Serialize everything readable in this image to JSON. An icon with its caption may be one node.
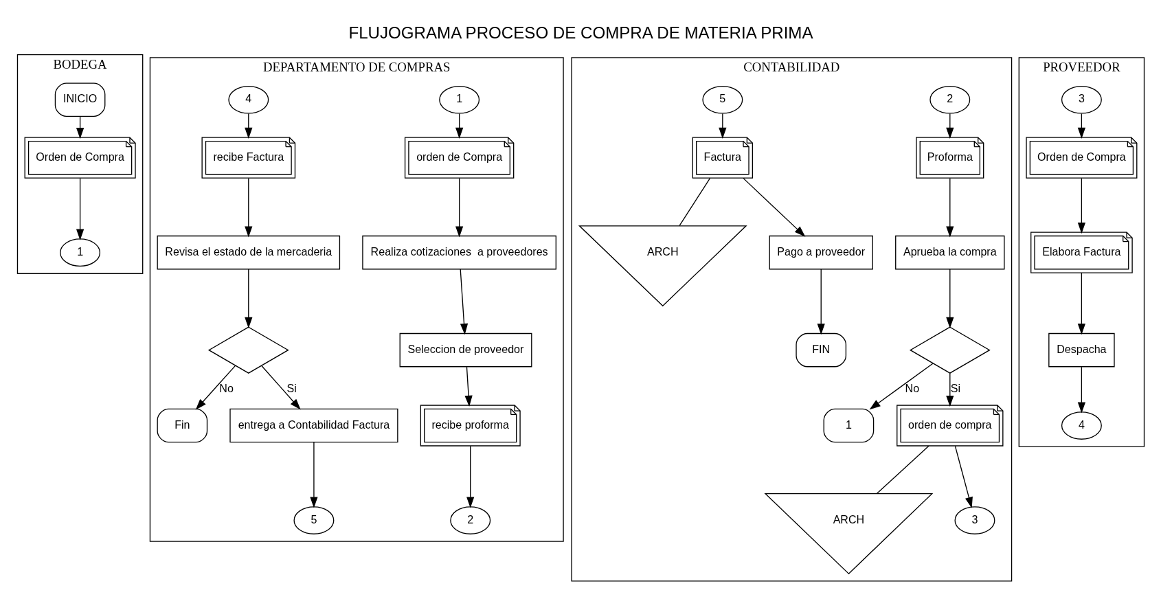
{
  "diagram": {
    "title": "FLUJOGRAMA PROCESO DE COMPRA DE MATERIA PRIMA",
    "nodes": [
      {
        "text": [
          "BODEGA"
        ]
      },
      {
        "text": [
          "DEPARTAMENTO DE COMPRAS"
        ]
      },
      {
        "text": [
          "CONTABILIDAD"
        ]
      },
      {
        "text": [
          "PROVEEDOR"
        ]
      },
      {
        "text": [
          "INICIO"
        ],
        "in": 0
      },
      {
        "text": [
          "Orden de Compra"
        ],
        "in": 0
      },
      {
        "text": [
          "1"
        ],
        "in": 0
      },
      {
        "text": [
          "1"
        ],
        "in": 1
      },
      {
        "text": [
          "orden de Compra"
        ],
        "in": 1
      },
      {
        "text": [
          "Realiza cotizaciones  a proveedores"
        ],
        "in": 1
      },
      {
        "text": [
          "Seleccion de proveedor"
        ],
        "in": 1
      },
      {
        "text": [
          "recibe proforma"
        ],
        "in": 1
      },
      {
        "text": [
          "2"
        ],
        "in": 1
      },
      {
        "text": [
          "4"
        ],
        "in": 1
      },
      {
        "text": [
          "recibe Factura"
        ],
        "in": 1
      },
      {
        "text": [
          "Revisa el estado de la mercaderia"
        ],
        "in": 1
      },
      {
        "text": [],
        "shape": "diamond",
        "in": 1
      },
      {
        "text": [
          "Fin"
        ],
        "in": 1
      },
      {
        "text": [
          "entrega a Contabilidad Factura"
        ],
        "in": 1
      },
      {
        "text": [
          "5"
        ],
        "in": 1
      },
      {
        "text": [
          "2"
        ],
        "in": 2
      },
      {
        "text": [
          "Proforma"
        ],
        "in": 2
      },
      {
        "text": [
          "Aprueba la compra"
        ],
        "in": 2
      },
      {
        "text": [],
        "shape": "diamond",
        "in": 2
      },
      {
        "text": [
          "1"
        ],
        "in": 2
      },
      {
        "text": [
          "orden de compra"
        ],
        "in": 2
      },
      {
        "text": [
          "ARCH"
        ],
        "in": 2
      },
      {
        "text": [
          "3"
        ],
        "in": 2
      },
      {
        "text": [
          "5"
        ],
        "in": 2
      },
      {
        "text": [
          "Factura"
        ],
        "in": 2
      },
      {
        "text": [
          "ARCH"
        ],
        "in": 2
      },
      {
        "text": [
          "Pago a proveedor"
        ],
        "in": 2
      },
      {
        "text": [
          "FIN"
        ],
        "in": 2
      },
      {
        "text": [
          "3"
        ],
        "in": 3
      },
      {
        "text": [
          "Orden de Compra"
        ],
        "in": 3
      },
      {
        "text": [
          "Elabora Factura"
        ],
        "in": 3
      },
      {
        "text": [
          "Despacha"
        ],
        "in": 3
      },
      {
        "text": [
          "4"
        ],
        "in": 3
      }
    ],
    "edges": [
      {
        "from": 4,
        "to": 5,
        "arrow": "to"
      },
      {
        "from": 5,
        "to": 6,
        "arrow": "to"
      },
      {
        "from": 7,
        "to": 8,
        "arrow": "to"
      },
      {
        "from": 8,
        "to": 9,
        "arrow": "to"
      },
      {
        "from": 9,
        "to": 10,
        "arrow": "to"
      },
      {
        "from": 10,
        "to": 11,
        "arrow": "to"
      },
      {
        "from": 11,
        "to": 12,
        "arrow": "to"
      },
      {
        "from": 13,
        "to": 14,
        "arrow": "to"
      },
      {
        "from": 14,
        "to": 15,
        "arrow": "to"
      },
      {
        "from": 15,
        "to": 16,
        "arrow": "to"
      },
      {
        "from": 16,
        "to": 17,
        "arrow": "to",
        "label": "No"
      },
      {
        "from": 16,
        "to": 18,
        "arrow": "to",
        "label": "Si"
      },
      {
        "from": 18,
        "to": 19,
        "arrow": "to"
      },
      {
        "from": 20,
        "to": 21,
        "arrow": "to"
      },
      {
        "from": 21,
        "to": 22,
        "arrow": "to"
      },
      {
        "from": 22,
        "to": 23,
        "arrow": "to"
      },
      {
        "from": 23,
        "to": 24,
        "arrow": "to",
        "label": "No"
      },
      {
        "from": 23,
        "to": 25,
        "arrow": "to",
        "label": "Si"
      },
      {
        "from": 25,
        "to": 26,
        "arrow": "none"
      },
      {
        "from": 25,
        "to": 27,
        "arrow": "to"
      },
      {
        "from": 28,
        "to": 29,
        "arrow": "to"
      },
      {
        "from": 29,
        "to": 30,
        "arrow": "none"
      },
      {
        "from": 29,
        "to": 31,
        "arrow": "to"
      },
      {
        "from": 31,
        "to": 32,
        "arrow": "to"
      },
      {
        "from": 33,
        "to": 34,
        "arrow": "to"
      },
      {
        "from": 34,
        "to": 35,
        "arrow": "to"
      },
      {
        "from": 35,
        "to": 36,
        "arrow": "to"
      },
      {
        "from": 36,
        "to": 37,
        "arrow": "to"
      }
    ]
  }
}
